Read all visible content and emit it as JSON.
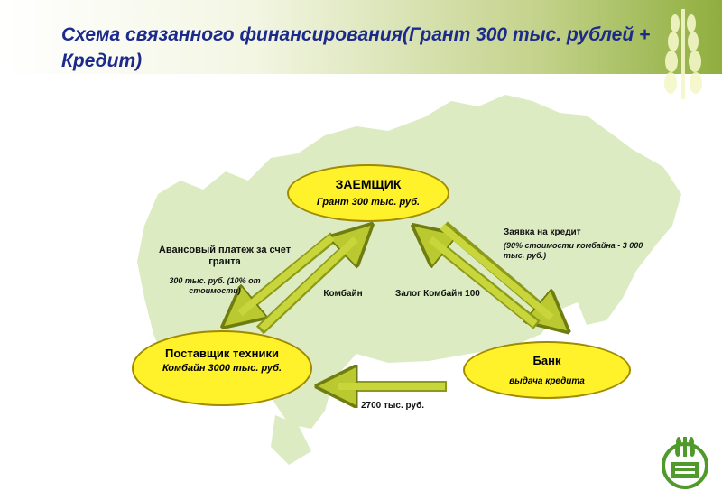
{
  "title": "Схема связанного финансирования(Грант 300 тыс. рублей + Кредит)",
  "colors": {
    "node_fill": "#fff22a",
    "arrow_fill": "#b9c92f",
    "map_fill": "#dcebc2",
    "title": "#1c2a8c"
  },
  "nodes": {
    "borrower": {
      "title": "ЗАЕМЩИК",
      "subtitle": "Грант 300 тыс. руб."
    },
    "supplier": {
      "title": "Поставщик техники",
      "subtitle": "Комбайн 3000 тыс. руб."
    },
    "bank": {
      "title": "Банк",
      "subtitle": "выдача кредита"
    }
  },
  "labels": {
    "advance": "Авансовый платеж за счет гранта",
    "advance_amount": "300 тыс. руб. (10% от стоимости)",
    "combine": "Комбайн",
    "pledge": "Залог Комбайн 100",
    "loan_request": "Заявка на кредит",
    "loan_request_detail": "(90% стоимости комбайна - 3 000 тыс. руб.)",
    "payment": "2700 тыс. руб."
  },
  "icons": {
    "wheat": "wheat-ears-icon",
    "logo": "bank-logo-icon"
  }
}
